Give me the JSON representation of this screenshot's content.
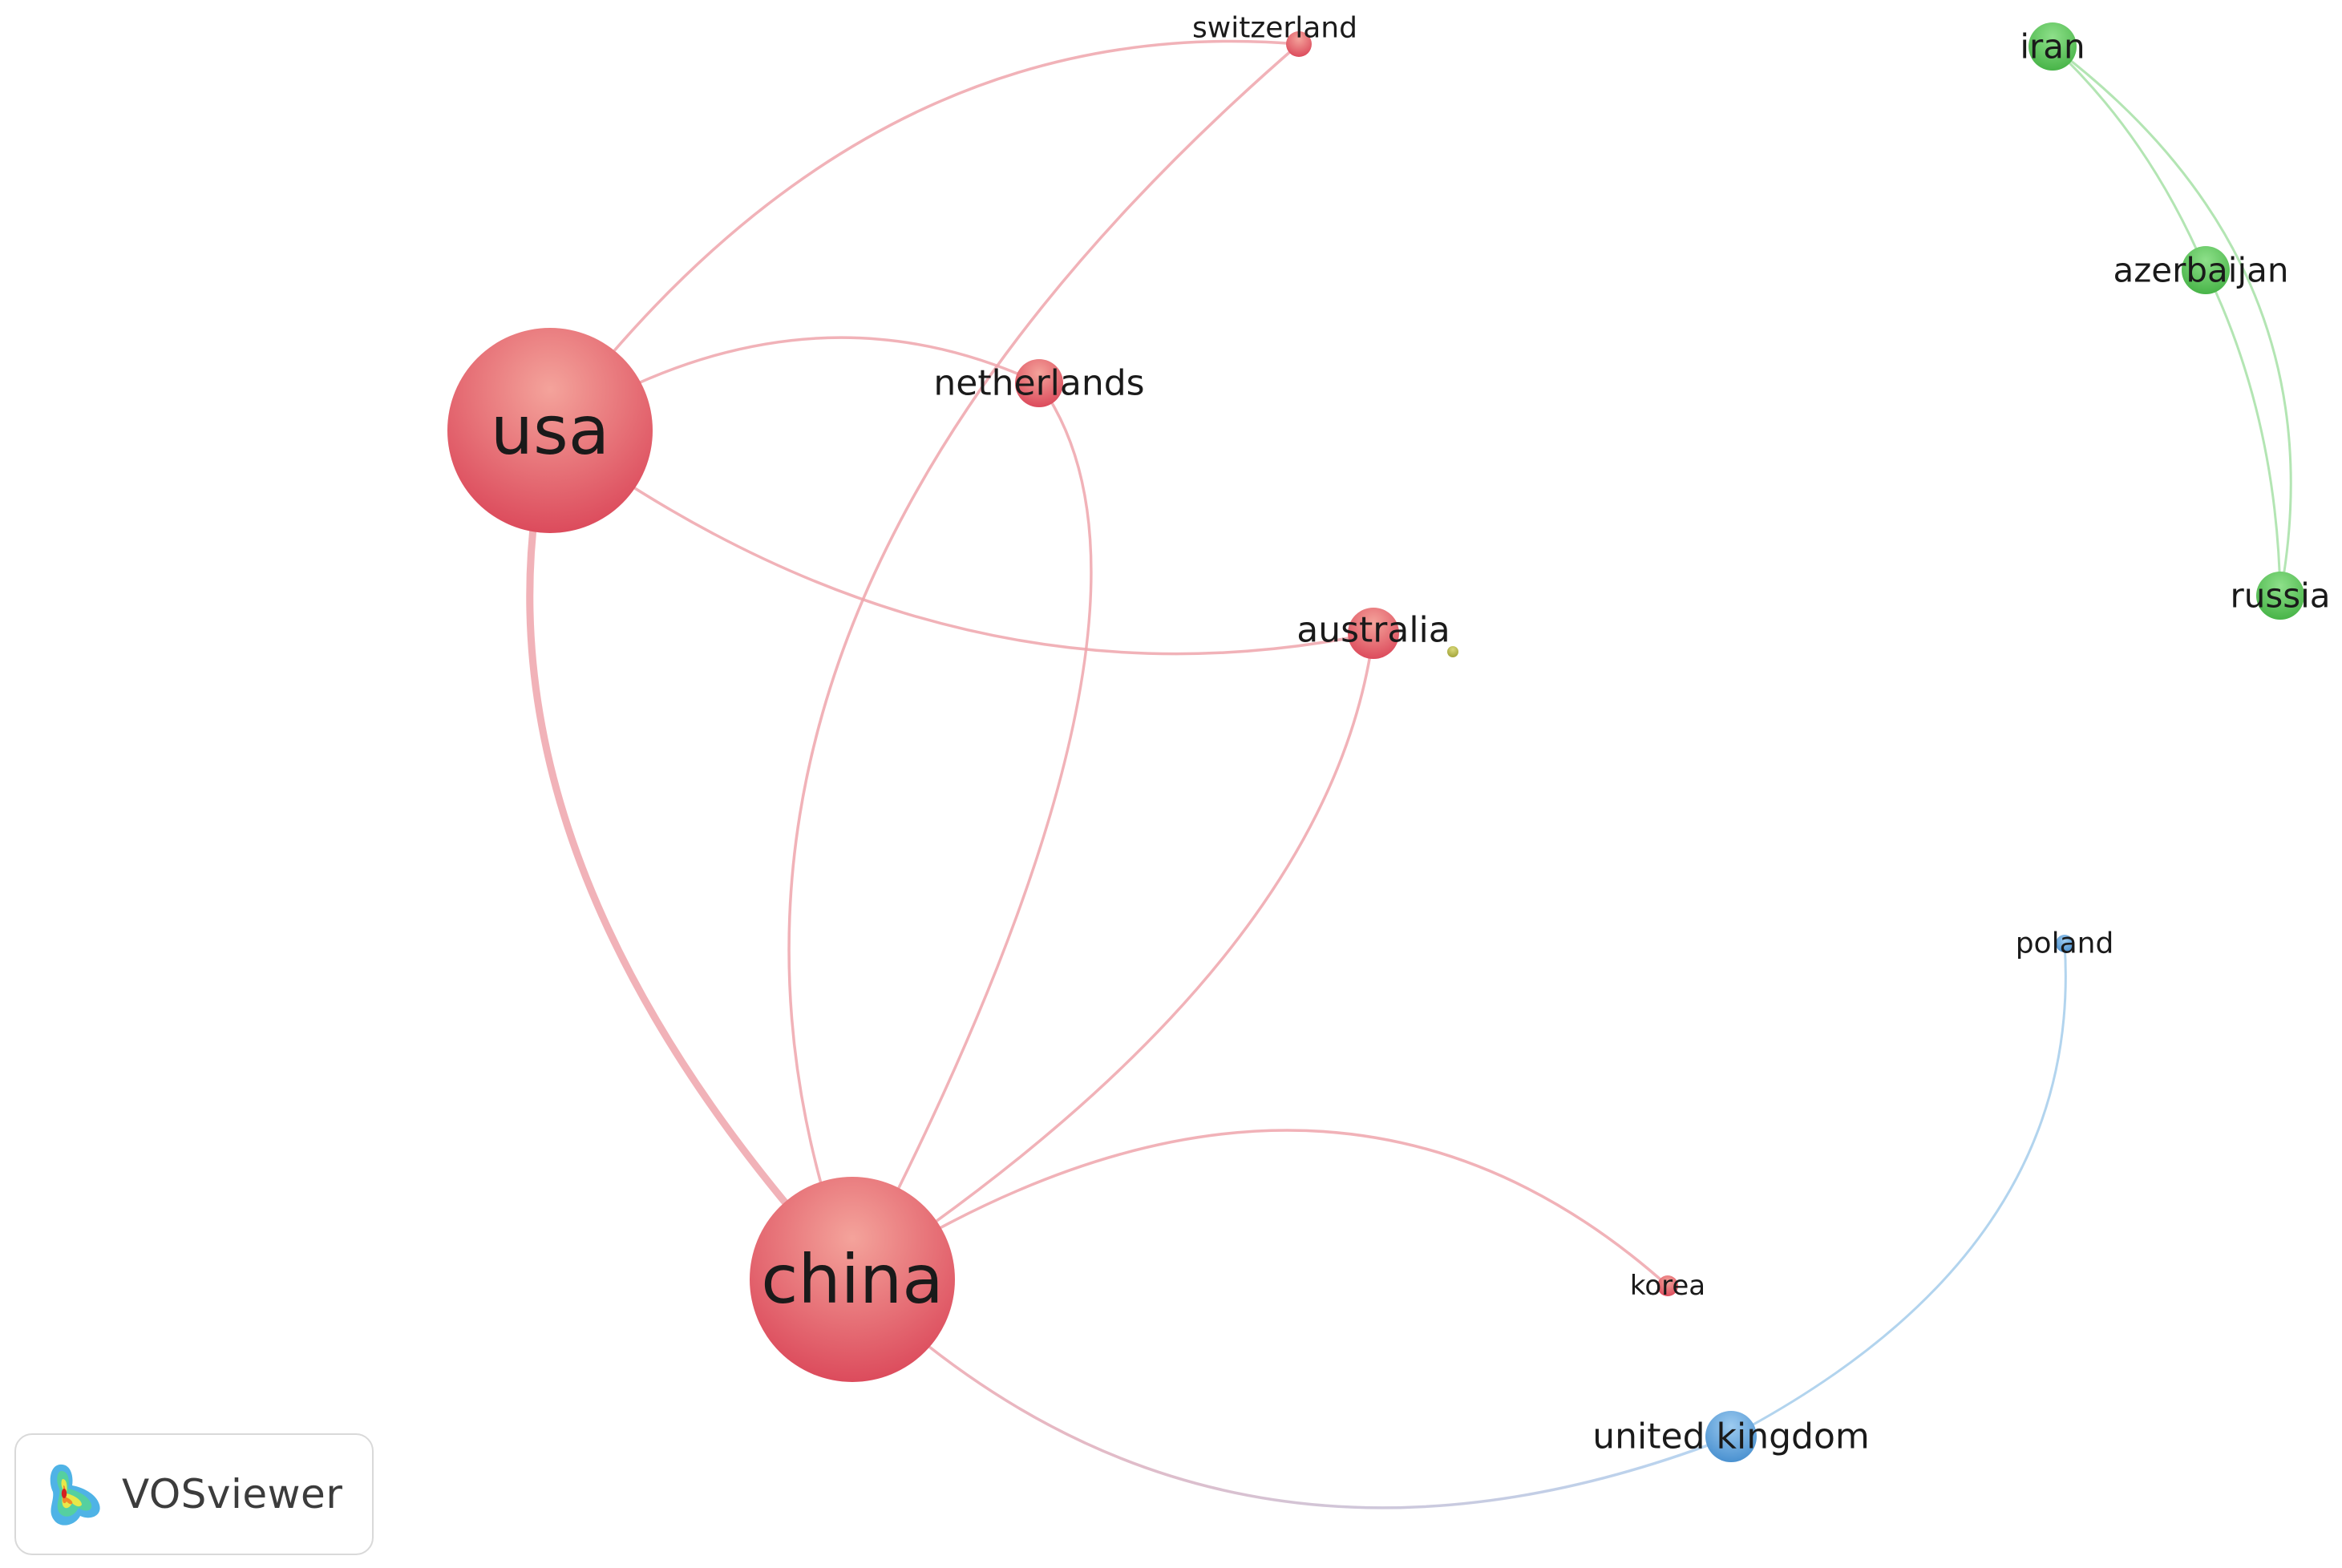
{
  "app": {
    "brand_name": "VOSviewer",
    "logo_icon": "vosviewer-logo-icon"
  },
  "clusters": {
    "cluster_1": "#e05a66",
    "cluster_2": "#5ec65e",
    "cluster_3": "#5aa3db",
    "cluster_4": "#b6b84a"
  },
  "network": {
    "nodes": [
      {
        "id": "usa",
        "label": "usa",
        "cluster": "cluster_1"
      },
      {
        "id": "china",
        "label": "china",
        "cluster": "cluster_1"
      },
      {
        "id": "switzerland",
        "label": "switzerland",
        "cluster": "cluster_1"
      },
      {
        "id": "netherlands",
        "label": "netherlands",
        "cluster": "cluster_1"
      },
      {
        "id": "australia",
        "label": "australia",
        "cluster": "cluster_1"
      },
      {
        "id": "korea",
        "label": "korea",
        "cluster": "cluster_1"
      },
      {
        "id": "iran",
        "label": "iran",
        "cluster": "cluster_2"
      },
      {
        "id": "azerbaijan",
        "label": "azerbaijan",
        "cluster": "cluster_2"
      },
      {
        "id": "russia",
        "label": "russia",
        "cluster": "cluster_2"
      },
      {
        "id": "poland",
        "label": "poland",
        "cluster": "cluster_3"
      },
      {
        "id": "united_kingdom",
        "label": "united kingdom",
        "cluster": "cluster_3"
      },
      {
        "id": "unlabeled",
        "label": "",
        "cluster": "cluster_4"
      }
    ],
    "links": [
      {
        "source": "usa",
        "target": "china"
      },
      {
        "source": "usa",
        "target": "switzerland"
      },
      {
        "source": "usa",
        "target": "netherlands"
      },
      {
        "source": "usa",
        "target": "australia"
      },
      {
        "source": "china",
        "target": "switzerland"
      },
      {
        "source": "china",
        "target": "netherlands"
      },
      {
        "source": "china",
        "target": "australia"
      },
      {
        "source": "china",
        "target": "korea"
      },
      {
        "source": "china",
        "target": "united_kingdom"
      },
      {
        "source": "iran",
        "target": "azerbaijan"
      },
      {
        "source": "iran",
        "target": "russia"
      },
      {
        "source": "azerbaijan",
        "target": "russia"
      },
      {
        "source": "united_kingdom",
        "target": "poland"
      }
    ]
  }
}
